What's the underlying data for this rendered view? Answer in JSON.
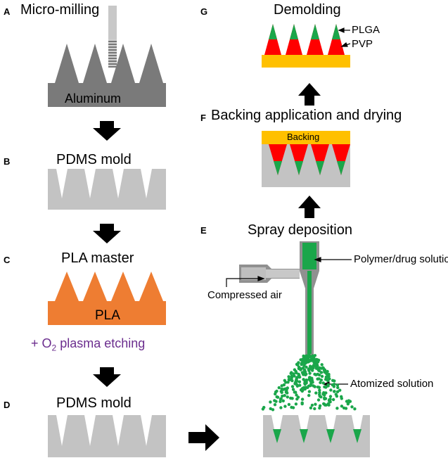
{
  "panels": [
    {
      "letter": "A",
      "title": "Micro-milling",
      "inner_label": "Aluminum"
    },
    {
      "letter": "B",
      "title": "PDMS mold"
    },
    {
      "letter": "C",
      "title": "PLA master",
      "inner_label": "PLA",
      "etching": {
        "prefix": "+ O",
        "subscript": "2",
        "suffix": " plasma etching"
      }
    },
    {
      "letter": "D",
      "title": "PDMS mold"
    },
    {
      "letter": "E",
      "title": "Spray deposition",
      "callouts": {
        "solution": "Polymer/drug solution",
        "air": "Compressed air",
        "atomized": "Atomized solution"
      }
    },
    {
      "letter": "F",
      "title": "Backing application and drying",
      "inner_label": "Backing"
    },
    {
      "letter": "G",
      "title": "Demolding",
      "callouts": {
        "tip": "PLGA",
        "base": "PVP"
      }
    }
  ],
  "colors": {
    "aluminum": "#7a7a7a",
    "pdms": "#c3c3c3",
    "pla": "#ee7d32",
    "green": "#1aa64a",
    "red": "#ff0000",
    "backing": "#ffc000",
    "arrow": "#000000",
    "etch_text": "#6b2d8e"
  }
}
